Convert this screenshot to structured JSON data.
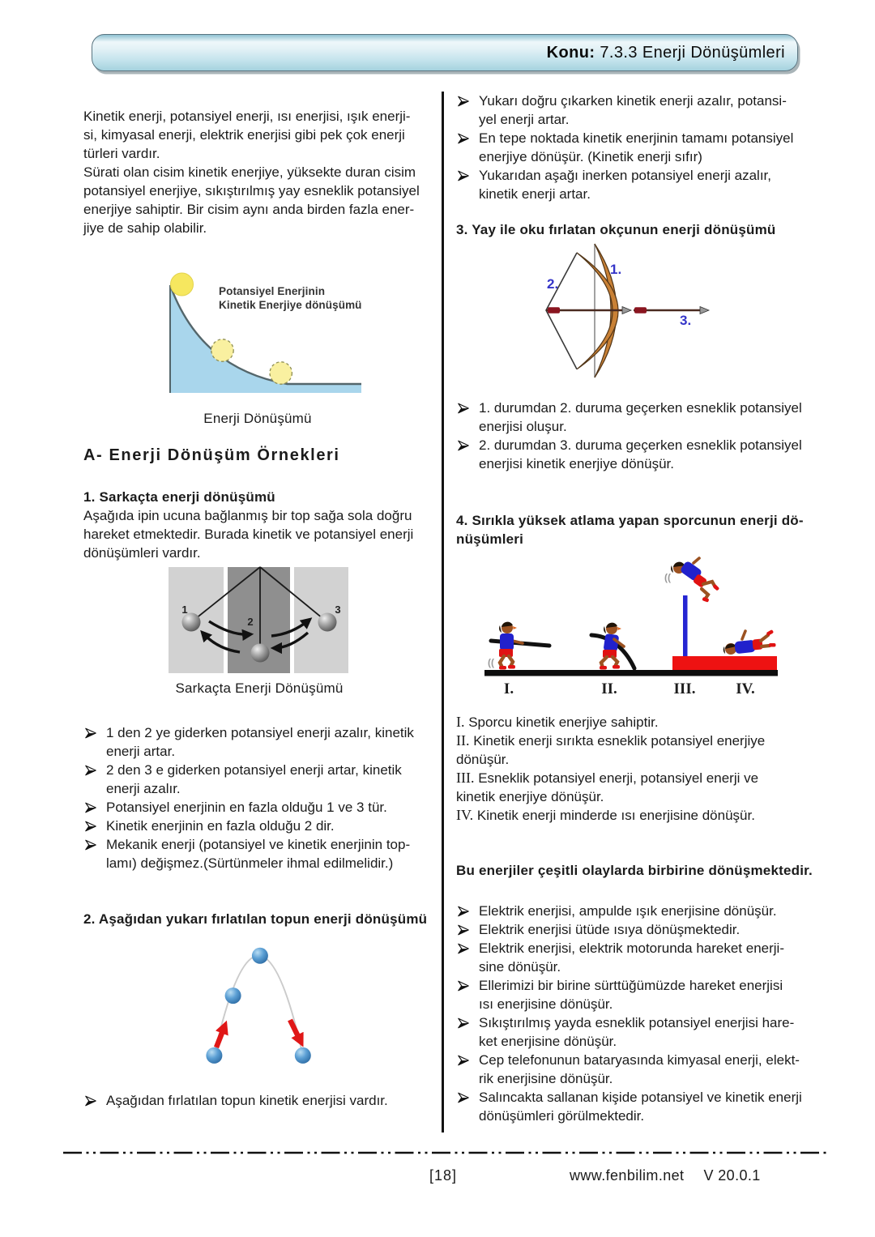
{
  "header": {
    "label": "Konu:",
    "title": "7.3.3 Enerji Dönüşümleri"
  },
  "left": {
    "intro": "Kinetik enerji, potansiyel enerji, ısı enerjisi, ışık enerji-\nsi, kimyasal enerji, elektrik enerjisi gibi pek çok enerji\ntürleri vardır.\nSürati olan cisim kinetik enerjiye, yüksekte duran cisim\npotansiyel enerjiye, sıkıştırılmış yay esneklik potansiyel\nenerjiye sahiptir. Bir cisim aynı anda birden fazla ener-\njiye de sahip olabilir.",
    "fig_slope": {
      "overlay": "Potansiyel Enerjinin\nKinetik Enerjiye dönüşümü",
      "caption": "Enerji Dönüşümü"
    },
    "section_a": "A- Enerji Dönüşüm Örnekleri",
    "ex1": {
      "title": "1. Sarkaçta enerji dönüşümü",
      "body": "Aşağıda ipin ucuna bağlanmış bir top sağa sola doğru\nhareket etmektedir. Burada kinetik ve potansiyel enerji\ndönüşümleri vardır.",
      "fig": {
        "label1": "1",
        "label2": "2",
        "label3": "3",
        "caption": "Sarkaçta Enerji Dönüşümü"
      }
    },
    "bullets_pendulum": [
      {
        "text": "1 den 2 ye giderken potansiyel enerji azalır, kinetik\nenerji artar."
      },
      {
        "text": "2 den 3 e giderken potansiyel enerji artar, kinetik\nenerji azalır."
      },
      {
        "text": "Potansiyel enerjinin en fazla olduğu 1 ve 3 tür."
      },
      {
        "text": "Kinetik enerjinin en fazla olduğu 2 dir."
      },
      {
        "text": "Mekanik enerji (potansiyel ve kinetik enerjinin top-\nlamı) değişmez.(Sürtünmeler ihmal edilmelidir.)"
      }
    ],
    "ex2": {
      "title": "2. Aşağıdan yukarı fırlatılan topun enerji dönüşümü"
    },
    "bullets_throw": [
      {
        "text": "Aşağıdan fırlatılan topun kinetik enerjisi vardır."
      }
    ]
  },
  "right": {
    "bullets_top": [
      {
        "text": "Yukarı doğru çıkarken kinetik enerji azalır, potansi-\nyel enerji artar."
      },
      {
        "text": "En tepe noktada kinetik enerjinin tamamı potansiyel\nenerjiye dönüşür. (Kinetik enerji sıfır)"
      },
      {
        "text": "Yukarıdan aşağı inerken potansiyel enerji azalır,\nkinetik enerji artar."
      }
    ],
    "ex3": {
      "title": "3. Yay ile oku fırlatan okçunun enerji dönüşümü",
      "fig": {
        "label1": "1.",
        "label2": "2.",
        "label3": "3."
      }
    },
    "bullets_bow": [
      {
        "text": "1. durumdan 2. duruma geçerken esneklik potansiyel\nenerjisi oluşur."
      },
      {
        "text": "2. durumdan 3. duruma geçerken esneklik potansiyel\nenerjisi kinetik enerjiye dönüşür."
      }
    ],
    "ex4": {
      "title": "4. Sırıkla yüksek atlama yapan sporcunun enerji dö-\nnüşümleri",
      "fig": {
        "label1": "I.",
        "label2": "II.",
        "label3": "III.",
        "label4": "IV."
      }
    },
    "stages": [
      {
        "num": "I.",
        "text": " Sporcu kinetik enerjiye sahiptir."
      },
      {
        "num": "II.",
        "text": " Kinetik enerji sırıkta esneklik potansiyel enerjiye\ndönüşür."
      },
      {
        "num": "III.",
        "text": " Esneklik potansiyel enerji, potansiyel enerji ve\nkinetik enerjiye dönüşür."
      },
      {
        "num": "IV.",
        "text": " Kinetik enerji minderde ısı enerjisine dönüşür."
      }
    ],
    "bold_note": "Bu enerjiler çeşitli olaylarda birbirine dönüşmektedir.",
    "bullets_examples": [
      {
        "text": "Elektrik enerjisi, ampulde ışık enerjisine dönüşür."
      },
      {
        "text": "Elektrik enerjisi ütüde ısıya dönüşmektedir."
      },
      {
        "text": "Elektrik enerjisi, elektrik motorunda hareket enerji-\nsine dönüşür."
      },
      {
        "text": "Ellerimizi bir birine sürttüğümüzde hareket enerjisi\nısı enerjisine dönüşür."
      },
      {
        "text": "Sıkıştırılmış yayda esneklik potansiyel enerjisi hare-\nket enerjisine dönüşür."
      },
      {
        "text": "Cep telefonunun bataryasında kimyasal enerji, elekt-\nrik enerjisine dönüşür."
      },
      {
        "text": "Salıncakta sallanan kişide potansiyel ve kinetik enerji\ndönüşümleri görülmektedir."
      }
    ]
  },
  "footer": {
    "page": "[18]",
    "site": "www.fenbilim.net",
    "version": "V 20.0.1"
  },
  "colors": {
    "accent_blue": "#3535c8",
    "arrow_red": "#e01717",
    "mat_red": "#ee1212",
    "pole_blue": "#2525d2",
    "slope_blue": "#a9d6ec",
    "ball_yellow": "#f6e75f"
  }
}
